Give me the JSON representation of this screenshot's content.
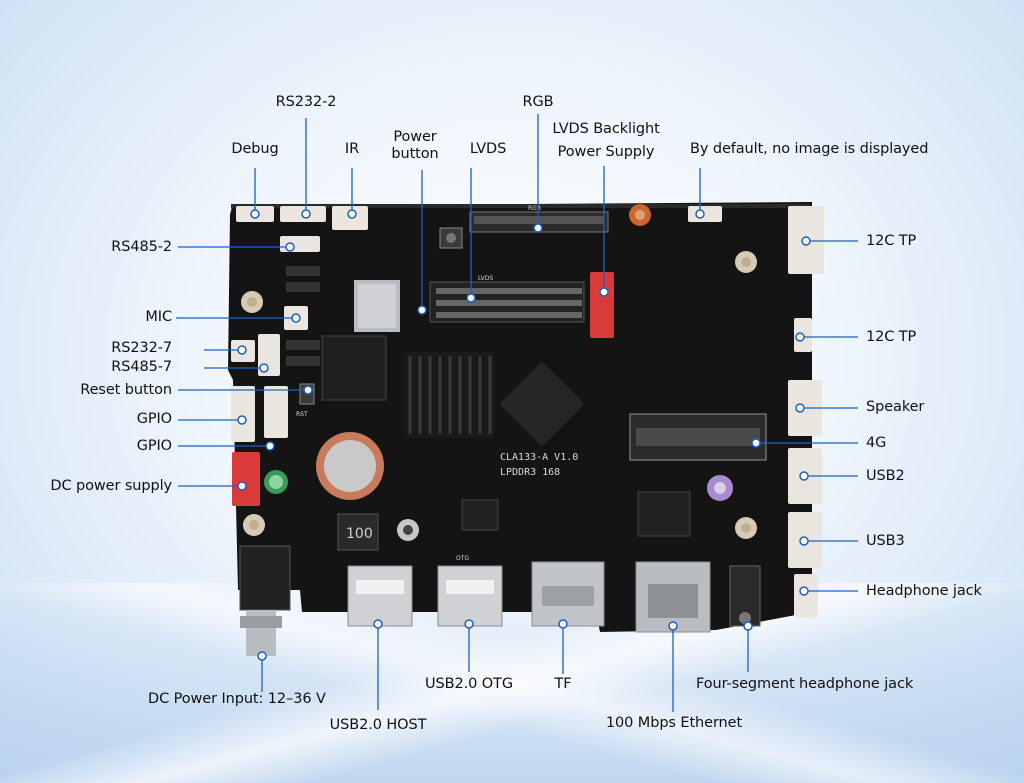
{
  "board": {
    "silkscreen_model": "CLA133-A V1.0",
    "silkscreen_memory": "LPDDR3 168",
    "inductor_marking": "100",
    "usb_otg_silk": "OTG",
    "lvds_silk": "LVDS",
    "rgb_silk": "RGB",
    "reset_silk": "RST"
  },
  "labels": {
    "rs232_2": "RS232-2",
    "rgb": "RGB",
    "debug": "Debug",
    "ir": "IR",
    "power_button_1": "Power",
    "power_button_2": "button",
    "lvds": "LVDS",
    "lvds_backlight_1": "LVDS Backlight",
    "lvds_backlight_2": "Power Supply",
    "no_image": "By default, no image is displayed",
    "rs485_2": "RS485-2",
    "i2c_tp_1": "12C TP",
    "mic": "MIC",
    "i2c_tp_2": "12C TP",
    "rs232_7": "RS232-7",
    "rs485_7": "RS485-7",
    "reset_button": "Reset button",
    "speaker": "Speaker",
    "gpio_1": "GPIO",
    "gpio_2": "GPIO",
    "fourg": "4G",
    "usb2": "USB2",
    "dc_power_supply": "DC power supply",
    "usb3": "USB3",
    "headphone_jack": "Headphone jack",
    "dc_power_input": "DC Power Input: 12–36 V",
    "usb20_otg": "USB2.0 OTG",
    "tf": "TF",
    "four_segment": "Four-segment headphone jack",
    "usb20_host": "USB2.0 HOST",
    "ethernet": "100 Mbps Ethernet"
  },
  "colors": {
    "pcb": "#141414",
    "leader": "#1e5fbf",
    "connector": "#eae6df",
    "red_connector": "#d93a3a",
    "metal": "#b9bcc0"
  }
}
